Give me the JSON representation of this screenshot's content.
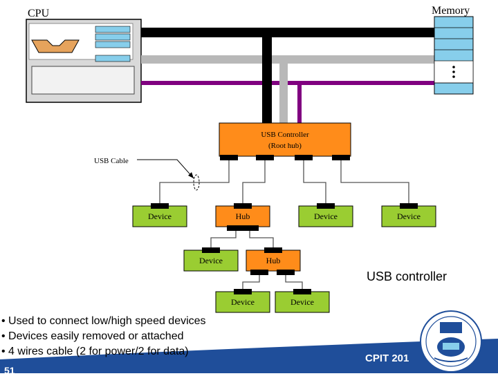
{
  "diagram": {
    "cpu_label": "CPU",
    "memory_label": "Memory",
    "usb_controller_line1": "USB Controller",
    "usb_controller_line2": "(Root hub)",
    "usb_cable_label": "USB Cable",
    "hub_label": "Hub",
    "device_label": "Device"
  },
  "caption": "USB controller",
  "bullets": [
    "• Used to connect low/high speed devices",
    "• Devices easily removed or attached",
    "• 4 wires cable (2 for power/2 for data)"
  ],
  "course_code": "CPIT 201",
  "slide_number": "51",
  "colors": {
    "controller": "#ff8c1a",
    "device": "#9acd32",
    "bus_black": "#000000",
    "bus_gray": "#b8b8b8",
    "bus_purple": "#800080",
    "memory": "#87ceeb",
    "footer": "#1f4e9a"
  }
}
